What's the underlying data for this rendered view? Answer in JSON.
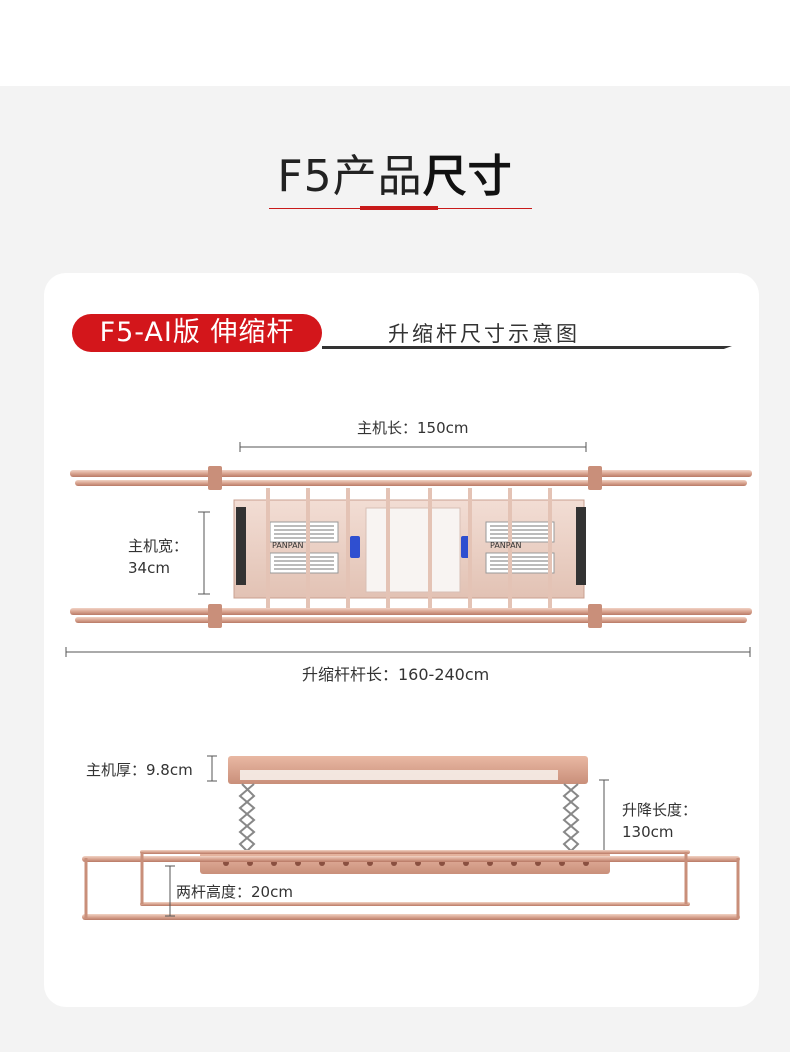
{
  "header": {
    "title_part1": "F5产品",
    "title_part2": "尺寸"
  },
  "section": {
    "badge": "F5-AI版 伸缩杆",
    "subtitle": "升缩杆尺寸示意图"
  },
  "top_view": {
    "host_length": "主机长：150cm",
    "host_width_label": "主机宽：",
    "host_width_value": "34cm",
    "rod_length": "升缩杆杆长：160-240cm",
    "brand_left": "PANPAN",
    "brand_right": "PANPAN"
  },
  "side_view": {
    "host_thickness": "主机厚：9.8cm",
    "lift_label": "升降长度：",
    "lift_value": "130cm",
    "rod_gap": "两杆高度：20cm"
  },
  "colors": {
    "accent": "#d3161b",
    "rod": "#d9a591",
    "rod_dark": "#b97a66",
    "panel": "#e8cfc4"
  }
}
